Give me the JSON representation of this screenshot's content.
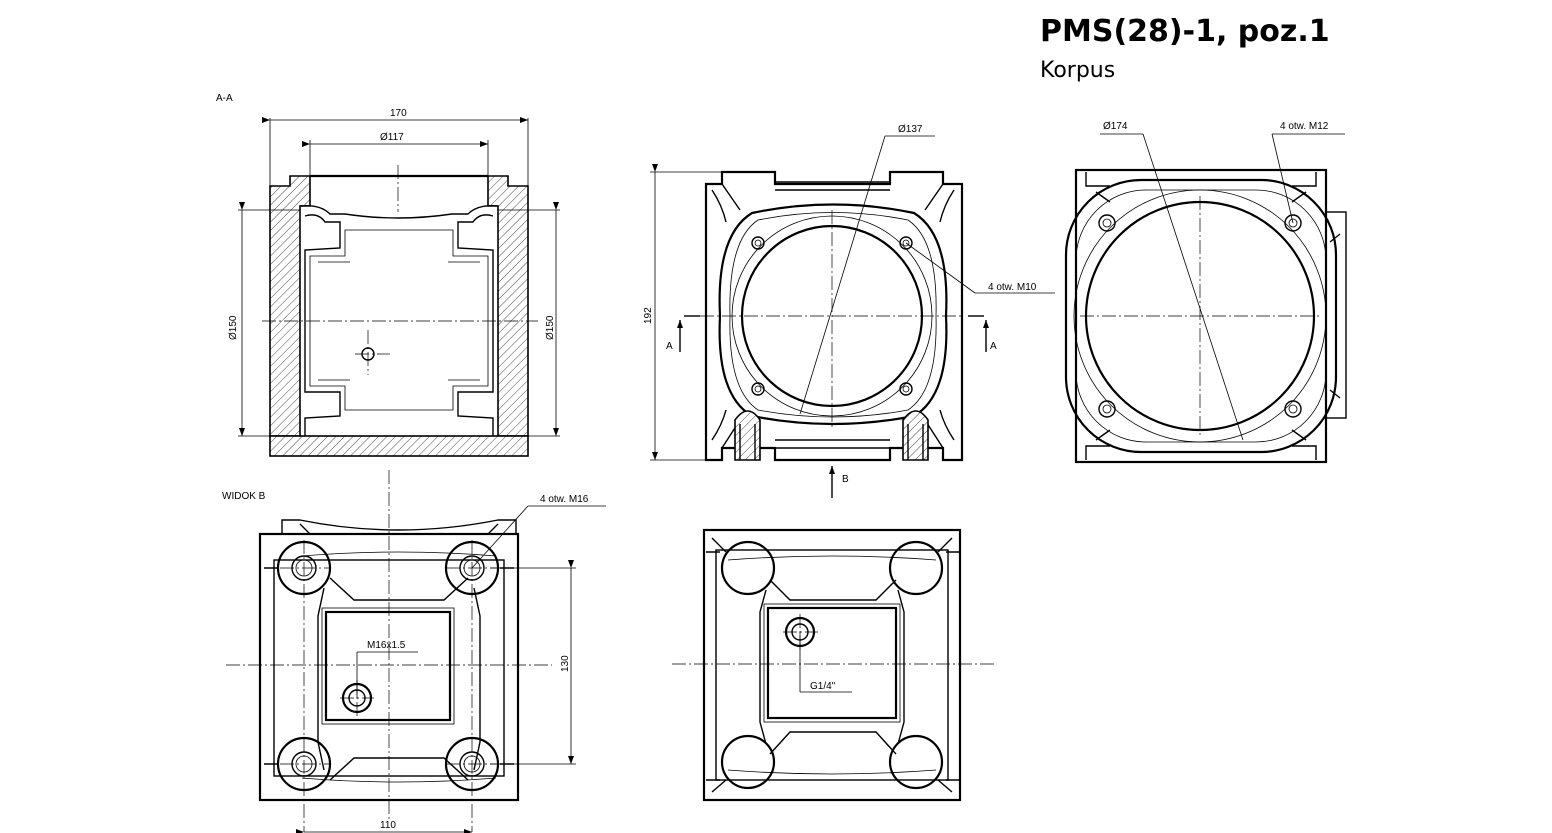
{
  "title": "PMS(28)-1, poz.1",
  "subtitle": "Korpus",
  "views": {
    "section_aa": {
      "label": "A-A",
      "dim_width": "170",
      "dim_bore": "Ø117",
      "dim_left": "Ø150",
      "dim_right": "Ø150"
    },
    "front": {
      "dim_flange": "Ø137",
      "dim_height": "192",
      "holes": "4 otw. M10",
      "section_left": "A",
      "section_right": "A",
      "view_arrow": "B"
    },
    "side": {
      "dim_flange": "Ø174",
      "holes": "4 otw. M12"
    },
    "view_b": {
      "label": "WIDOK B",
      "holes": "4 otw. M16",
      "thread": "M16x1.5",
      "dim_vertical": "130",
      "dim_horizontal": "110"
    },
    "bottom": {
      "thread": "G1/4\""
    }
  }
}
